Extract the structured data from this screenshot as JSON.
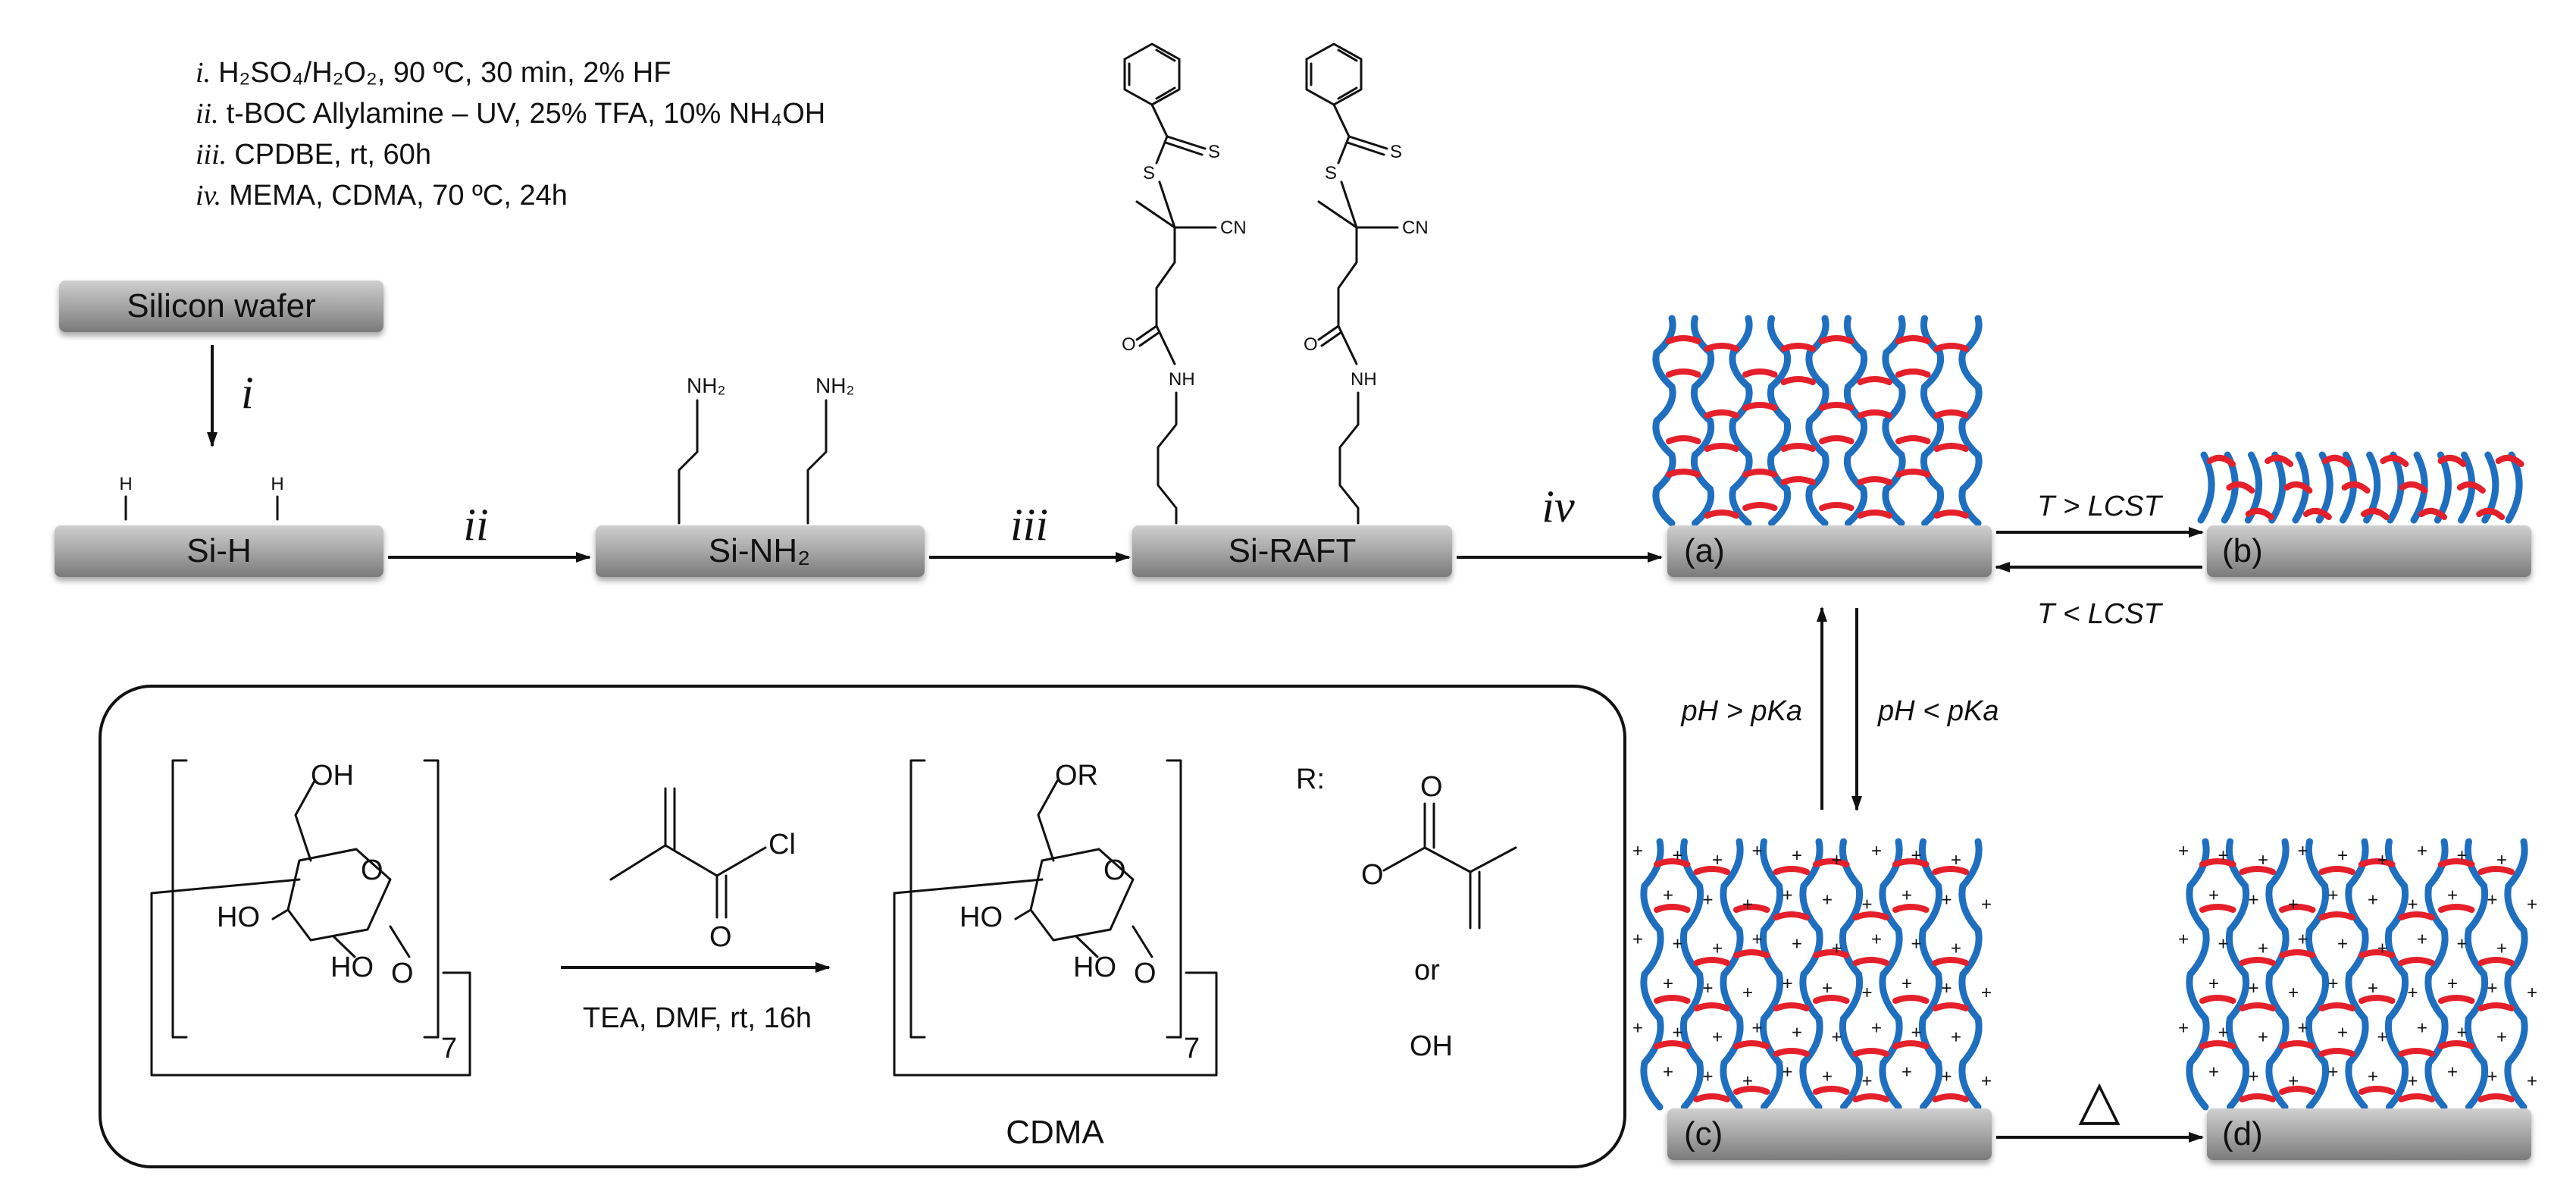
{
  "conditions": [
    {
      "num": "i.",
      "text": "H₂SO₄/H₂O₂, 90 ºC, 30 min, 2% HF"
    },
    {
      "num": "ii.",
      "text": "t-BOC Allylamine – UV, 25% TFA, 10% NH₄OH"
    },
    {
      "num": "iii.",
      "text": "CPDBE, rt, 60h"
    },
    {
      "num": "iv.",
      "text": "MEMA, CDMA, 70 ºC, 24h"
    }
  ],
  "plates": {
    "silicon": "Silicon wafer",
    "sih": "Si-H",
    "sinh2": "Si-NH₂",
    "siraft": "Si-RAFT",
    "a": "(a)",
    "b": "(b)",
    "c": "(c)",
    "d": "(d)"
  },
  "steps": {
    "i": "i",
    "ii": "ii",
    "iii": "iii",
    "iv": "iv"
  },
  "transitions": {
    "heat_up": "T > LCST",
    "cool_down": "T < LCST",
    "ph_up": "pH > pKa",
    "ph_down": "pH < pKa",
    "heat_symbol": "△"
  },
  "atoms": {
    "H": "H",
    "NH2": "NH₂",
    "NH": "NH",
    "O": "O",
    "S": "S",
    "CN": "CN",
    "OH": "OH",
    "HO": "HO",
    "OR": "OR",
    "Cl": "Cl"
  },
  "scheme": {
    "reagent_conditions": "TEA, DMF, rt, 16h",
    "product": "CDMA",
    "repeat": "7",
    "r_label": "R:",
    "or": "or",
    "oh": "OH"
  }
}
